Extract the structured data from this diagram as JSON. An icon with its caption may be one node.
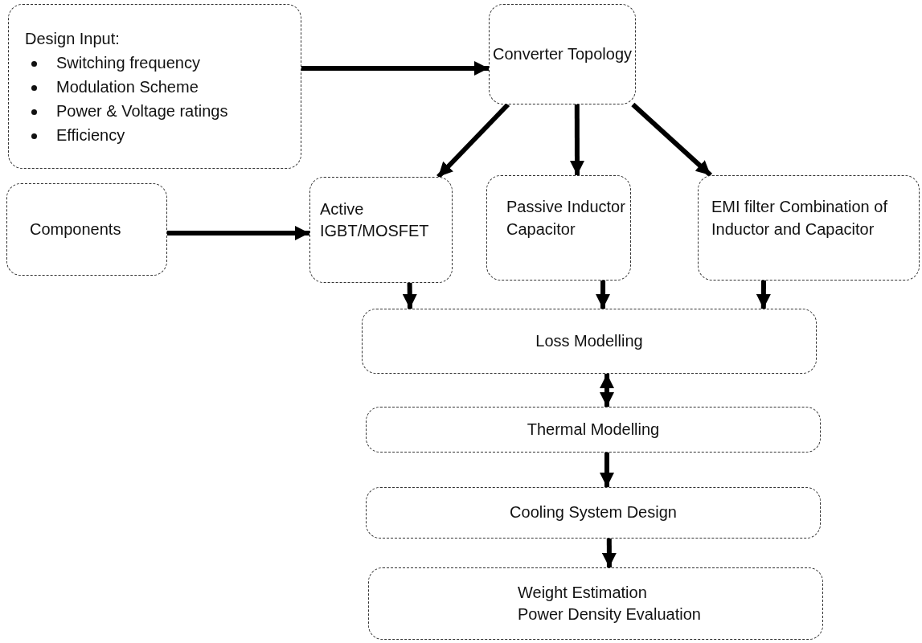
{
  "diagram": {
    "nodes": [
      {
        "text": [
          "Design Input:",
          "Switching frequency",
          "Modulation Scheme",
          "Power & Voltage ratings",
          "Efficiency"
        ]
      },
      {
        "text": [
          "Converter Topology"
        ]
      },
      {
        "text": [
          "Components"
        ]
      },
      {
        "text": [
          "Active IGBT/MOSFET"
        ]
      },
      {
        "text": [
          "Passive Inductor Capacitor"
        ]
      },
      {
        "text": [
          "EMI filter Combination of Inductor and Capacitor"
        ]
      },
      {
        "text": [
          "Loss Modelling"
        ]
      },
      {
        "text": [
          "Thermal Modelling"
        ]
      },
      {
        "text": [
          "Cooling System Design"
        ]
      },
      {
        "text": [
          "Weight Estimation",
          "Power Density Evaluation"
        ]
      }
    ],
    "edges": [
      {
        "from": 0,
        "to": 1,
        "arrow": "to"
      },
      {
        "from": 2,
        "to": 3,
        "arrow": "to"
      },
      {
        "from": 1,
        "to": 3,
        "arrow": "to"
      },
      {
        "from": 1,
        "to": 4,
        "arrow": "to"
      },
      {
        "from": 1,
        "to": 5,
        "arrow": "to"
      },
      {
        "from": 3,
        "to": 6,
        "arrow": "to"
      },
      {
        "from": 4,
        "to": 6,
        "arrow": "to"
      },
      {
        "from": 5,
        "to": 6,
        "arrow": "to"
      },
      {
        "from": 6,
        "to": 7,
        "arrow": "both"
      },
      {
        "from": 7,
        "to": 8,
        "arrow": "to"
      },
      {
        "from": 8,
        "to": 9,
        "arrow": "to"
      }
    ]
  }
}
